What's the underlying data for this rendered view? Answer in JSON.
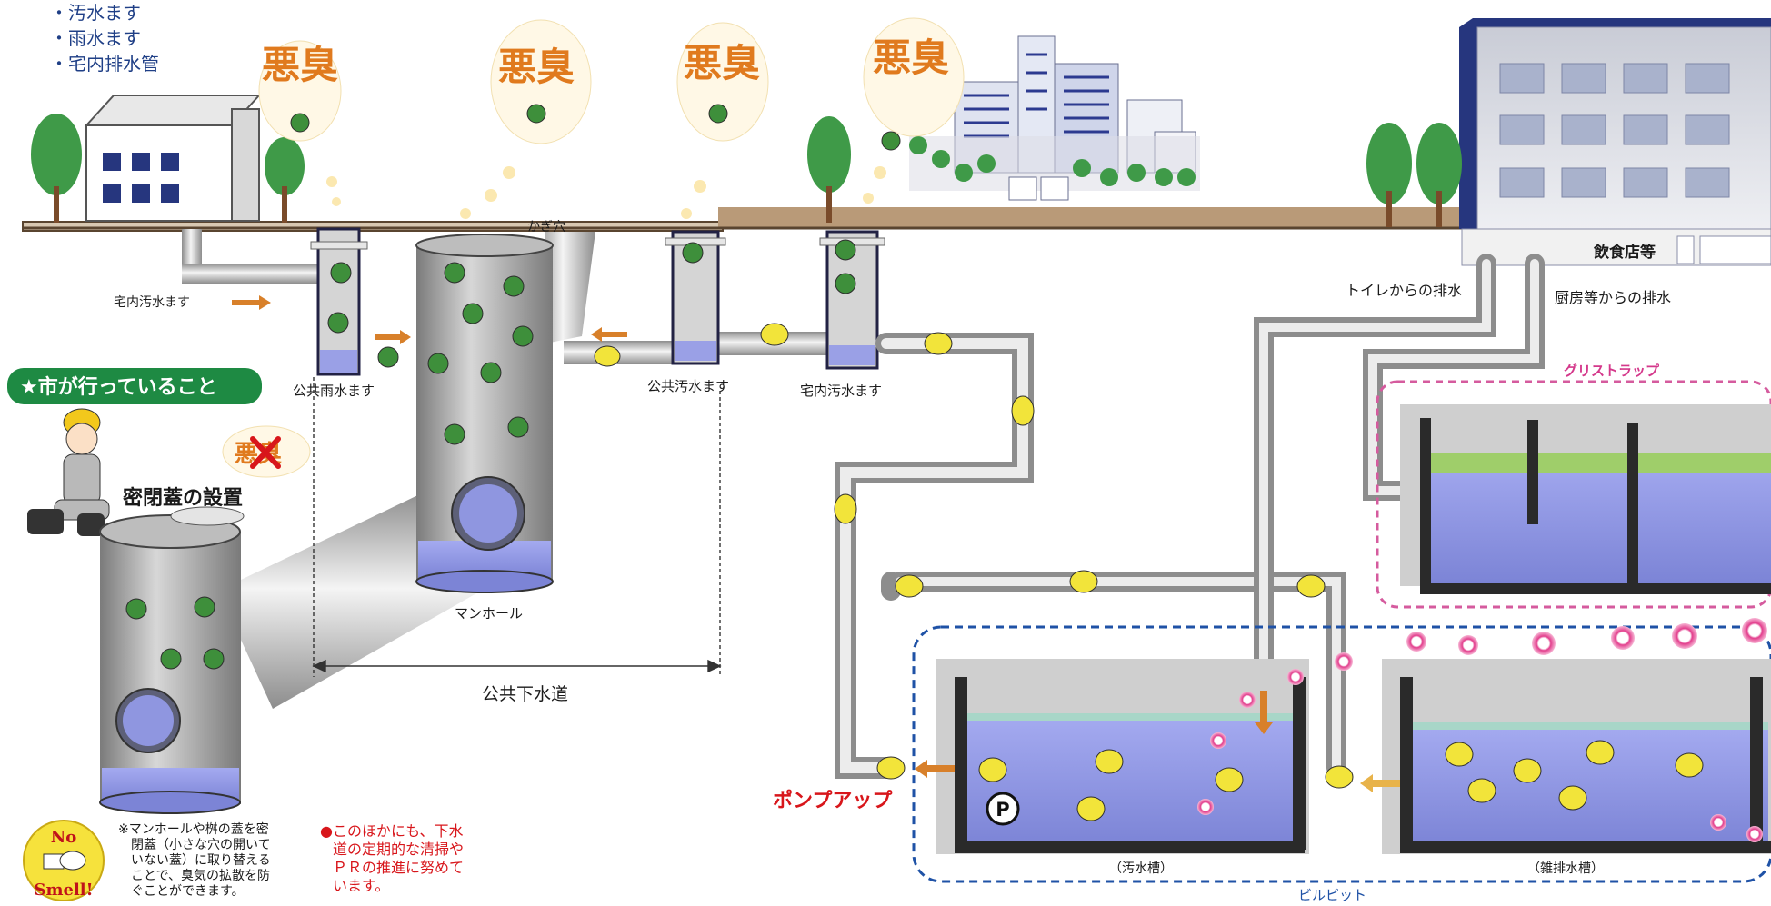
{
  "top_list": [
    "・汚水ます",
    "・雨水ます",
    "・宅内排水管"
  ],
  "smell_bubbles": [
    "悪臭",
    "悪臭",
    "悪臭",
    "悪臭"
  ],
  "labels": {
    "keyhole": "かぎ穴",
    "house_drain_left": "宅内汚水ます",
    "public_rain_box": "公共雨水ます",
    "public_sewage_box": "公共汚水ます",
    "house_sewage_box": "宅内汚水ます",
    "manhole": "マンホール",
    "public_sewer": "公共下水道",
    "restaurant": "飲食店等",
    "toilet_drain": "トイレからの排水",
    "kitchen_drain": "厨房等からの排水",
    "grease_trap": "グリストラップ",
    "sewage_tank": "（汚水槽）",
    "misc_tank": "（雑排水槽）",
    "building_pit": "ビルピット",
    "pump_up": "ポンプアップ",
    "pump_symbol": "P"
  },
  "city_banner": "★市が行っていること",
  "sealed_cover": "密閉蓋の設置",
  "no_smell_sign": "悪臭",
  "badge": {
    "line1": "No",
    "line2": "Smell!"
  },
  "note_black": [
    "※マンホールや桝の蓋を密",
    "閉蓋（小さな穴の開いて",
    "いない蓋）に取り替える",
    "ことで、臭気の拡散を防",
    "ぐことができます。"
  ],
  "note_red": [
    "●このほかにも、下水",
    "道の定期的な清掃や",
    "ＰＲの推進に努めて",
    "います。"
  ],
  "colors": {
    "smell_text": "#e07a1e",
    "list_text": "#1f3f86",
    "red_text": "#d8161b",
    "water": "#8f96e0",
    "pipe": "#c8c8c8",
    "ground": "#b99a78",
    "banner": "#1e8a43",
    "pit_border": "#1f52a6",
    "trap_border": "#d55b9e"
  }
}
